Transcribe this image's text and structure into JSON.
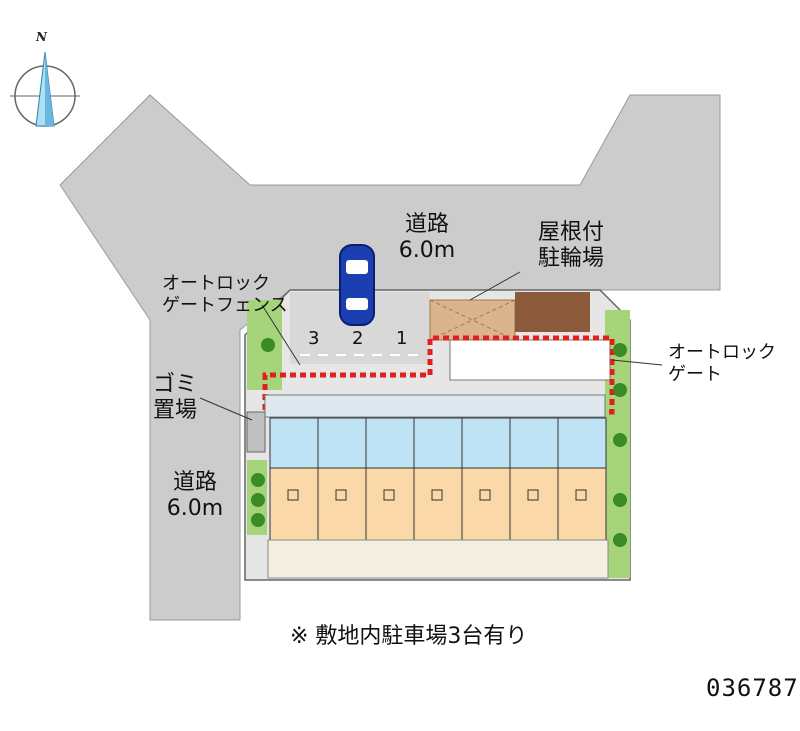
{
  "compass": {
    "north_label": "N"
  },
  "labels": {
    "road_top_line1": "道路",
    "road_top_line2": "6.0m",
    "road_left_line1": "道路",
    "road_left_line2": "6.0m",
    "bike_parking_line1": "屋根付",
    "bike_parking_line2": "駐輪場",
    "autolock_fence_line1": "オートロック",
    "autolock_fence_line2": "ゲートフェンス",
    "autolock_gate_line1": "オートロック",
    "autolock_gate_line2": "ゲート",
    "garbage_line1": "ゴミ",
    "garbage_line2": "置場"
  },
  "parking_spaces": [
    "3",
    "2",
    "1"
  ],
  "units": {
    "count": 7
  },
  "footnote": "※ 敷地内駐車場3台有り",
  "property_id": "036787",
  "colors": {
    "road": "#cccccc",
    "site": "#e0e0e0",
    "greenery": "#a6d47a",
    "tree": "#3a8a25",
    "unit_room": "#fad8a8",
    "unit_entry": "#bfe3f5",
    "bike_area": "#d9b48c",
    "fence": "#e02020",
    "car": "#1b3fb0",
    "balcony": "#f5efe2"
  }
}
